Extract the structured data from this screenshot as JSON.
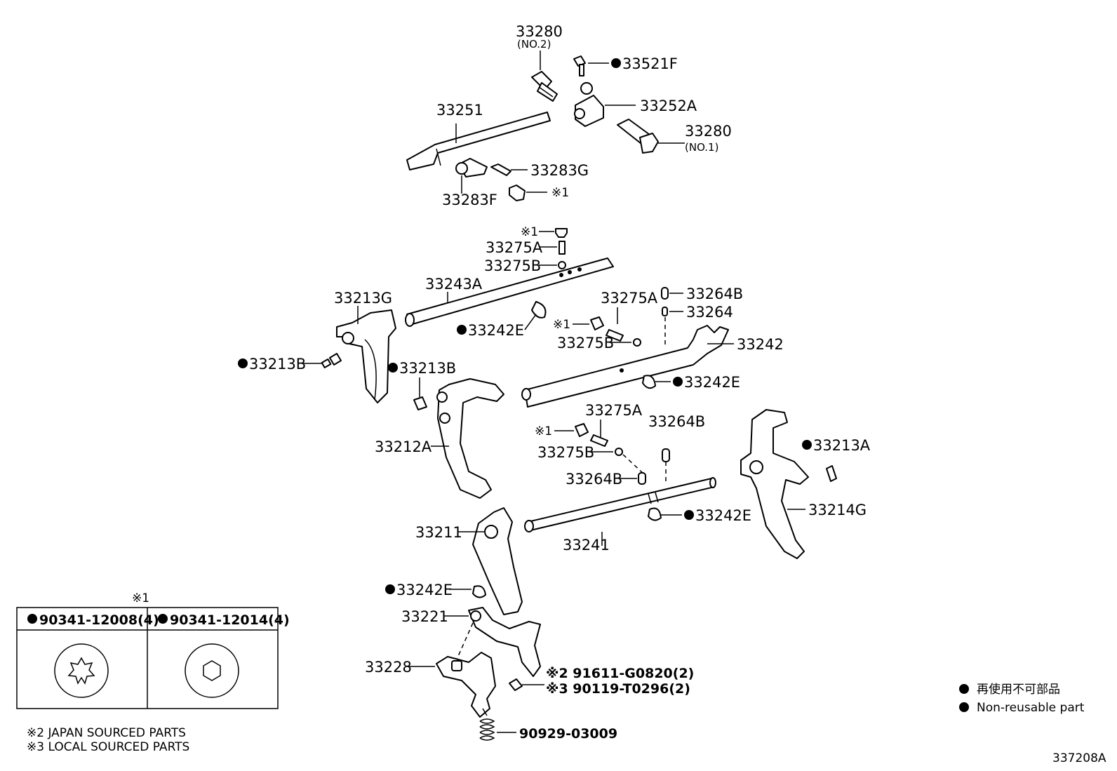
{
  "labels": {
    "p33280_no2": "33280",
    "p33280_no2_sub": "(NO.2)",
    "p33521F": "33521F",
    "p33252A": "33252A",
    "p33251": "33251",
    "p33280_no1": "33280",
    "p33280_no1_sub": "(NO.1)",
    "p33283G": "33283G",
    "p33283F": "33283F",
    "mark_a": "※1",
    "mark_b": "※1",
    "p33275A_top": "33275A",
    "p33275B_top": "33275B",
    "p33243A": "33243A",
    "p33213G": "33213G",
    "p33242E_1": "33242E",
    "p33264B_top": "33264B",
    "p33264": "33264",
    "p33275A_mid": "33275A",
    "mark_c": "※1",
    "p33275B_mid": "33275B",
    "p33242": "33242",
    "p33213B_1": "33213B",
    "p33213B_2": "33213B",
    "p33242E_2": "33242E",
    "p33275A_low": "33275A",
    "p33264B_low1": "33264B",
    "mark_d": "※1",
    "p33212A": "33212A",
    "p33275B_low": "33275B",
    "p33213A": "33213A",
    "p33264B_low2": "33264B",
    "p33242E_3": "33242E",
    "p33214G": "33214G",
    "p33211": "33211",
    "p33241": "33241",
    "p33242E_4": "33242E",
    "p33221": "33221",
    "p33228": "33228",
    "p91611": "※2  91611-G0820(2)",
    "p90119": "※3  90119-T0296(2)",
    "p90929": "90929-03009"
  },
  "inset": {
    "title": "※1",
    "col1": "90341-12008(4)",
    "col2": "90341-12014(4)"
  },
  "legend": {
    "jp": "再使用不可部品",
    "en": "Non-reusable part"
  },
  "notes": {
    "n2": "※2 JAPAN SOURCED PARTS",
    "n3": "※3 LOCAL SOURCED PARTS"
  },
  "ref_code": "337208A"
}
